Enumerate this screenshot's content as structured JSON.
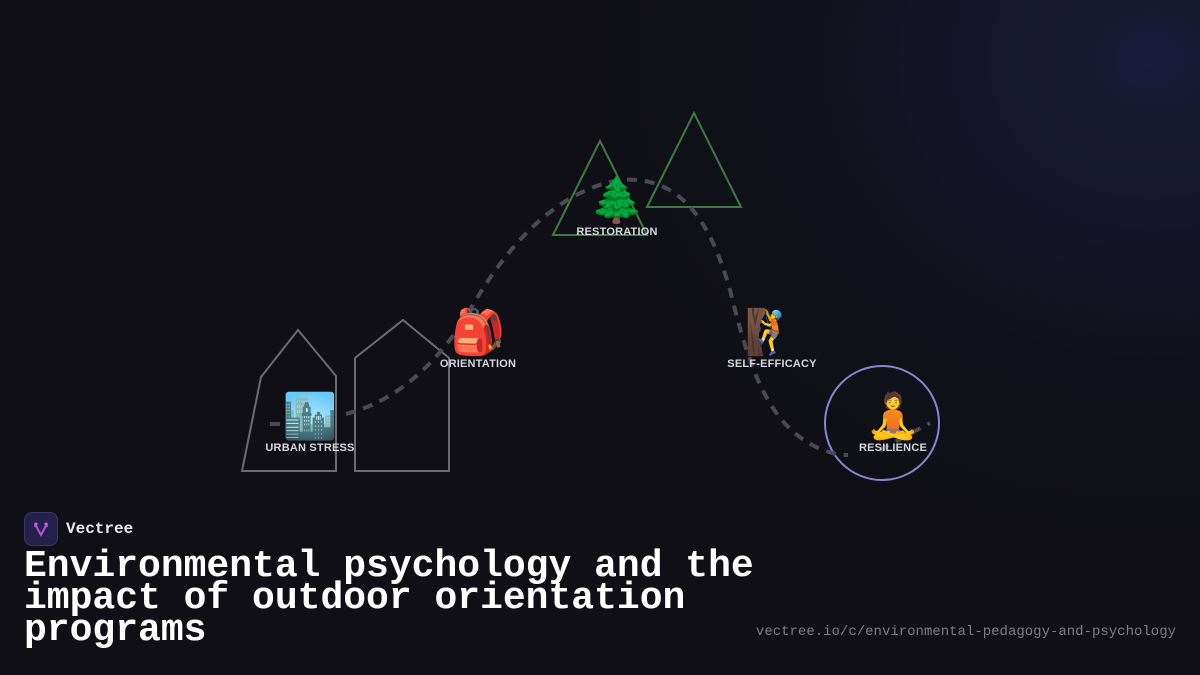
{
  "brand": {
    "name": "Vectree",
    "logo_icon": "vectree-branch-icon",
    "accent": "#b64fd6"
  },
  "title": "Environmental psychology and the impact of outdoor orientation programs",
  "url": "vectree.io/c/environmental-pedagogy-and-psychology",
  "colors": {
    "background": "#0f0f15",
    "path": "#4a4a52",
    "building_outline": "#6a6a70",
    "mountain_outline": "#3f7a45",
    "circle_outline": "#8a85d0"
  },
  "nodes": [
    {
      "id": "urban-stress",
      "label": "URBAN STRESS",
      "icon": "cityscape-icon",
      "emoji": "🏙️"
    },
    {
      "id": "orientation",
      "label": "ORIENTATION",
      "icon": "backpack-icon",
      "emoji": "🎒"
    },
    {
      "id": "restoration",
      "label": "RESTORATION",
      "icon": "evergreen-tree-icon",
      "emoji": "🌲"
    },
    {
      "id": "self-efficacy",
      "label": "SELF-EFFICACY",
      "icon": "person-climbing-icon",
      "emoji": "🧗"
    },
    {
      "id": "resilience",
      "label": "RESILIENCE",
      "icon": "person-meditating-icon",
      "emoji": "🧘"
    }
  ]
}
